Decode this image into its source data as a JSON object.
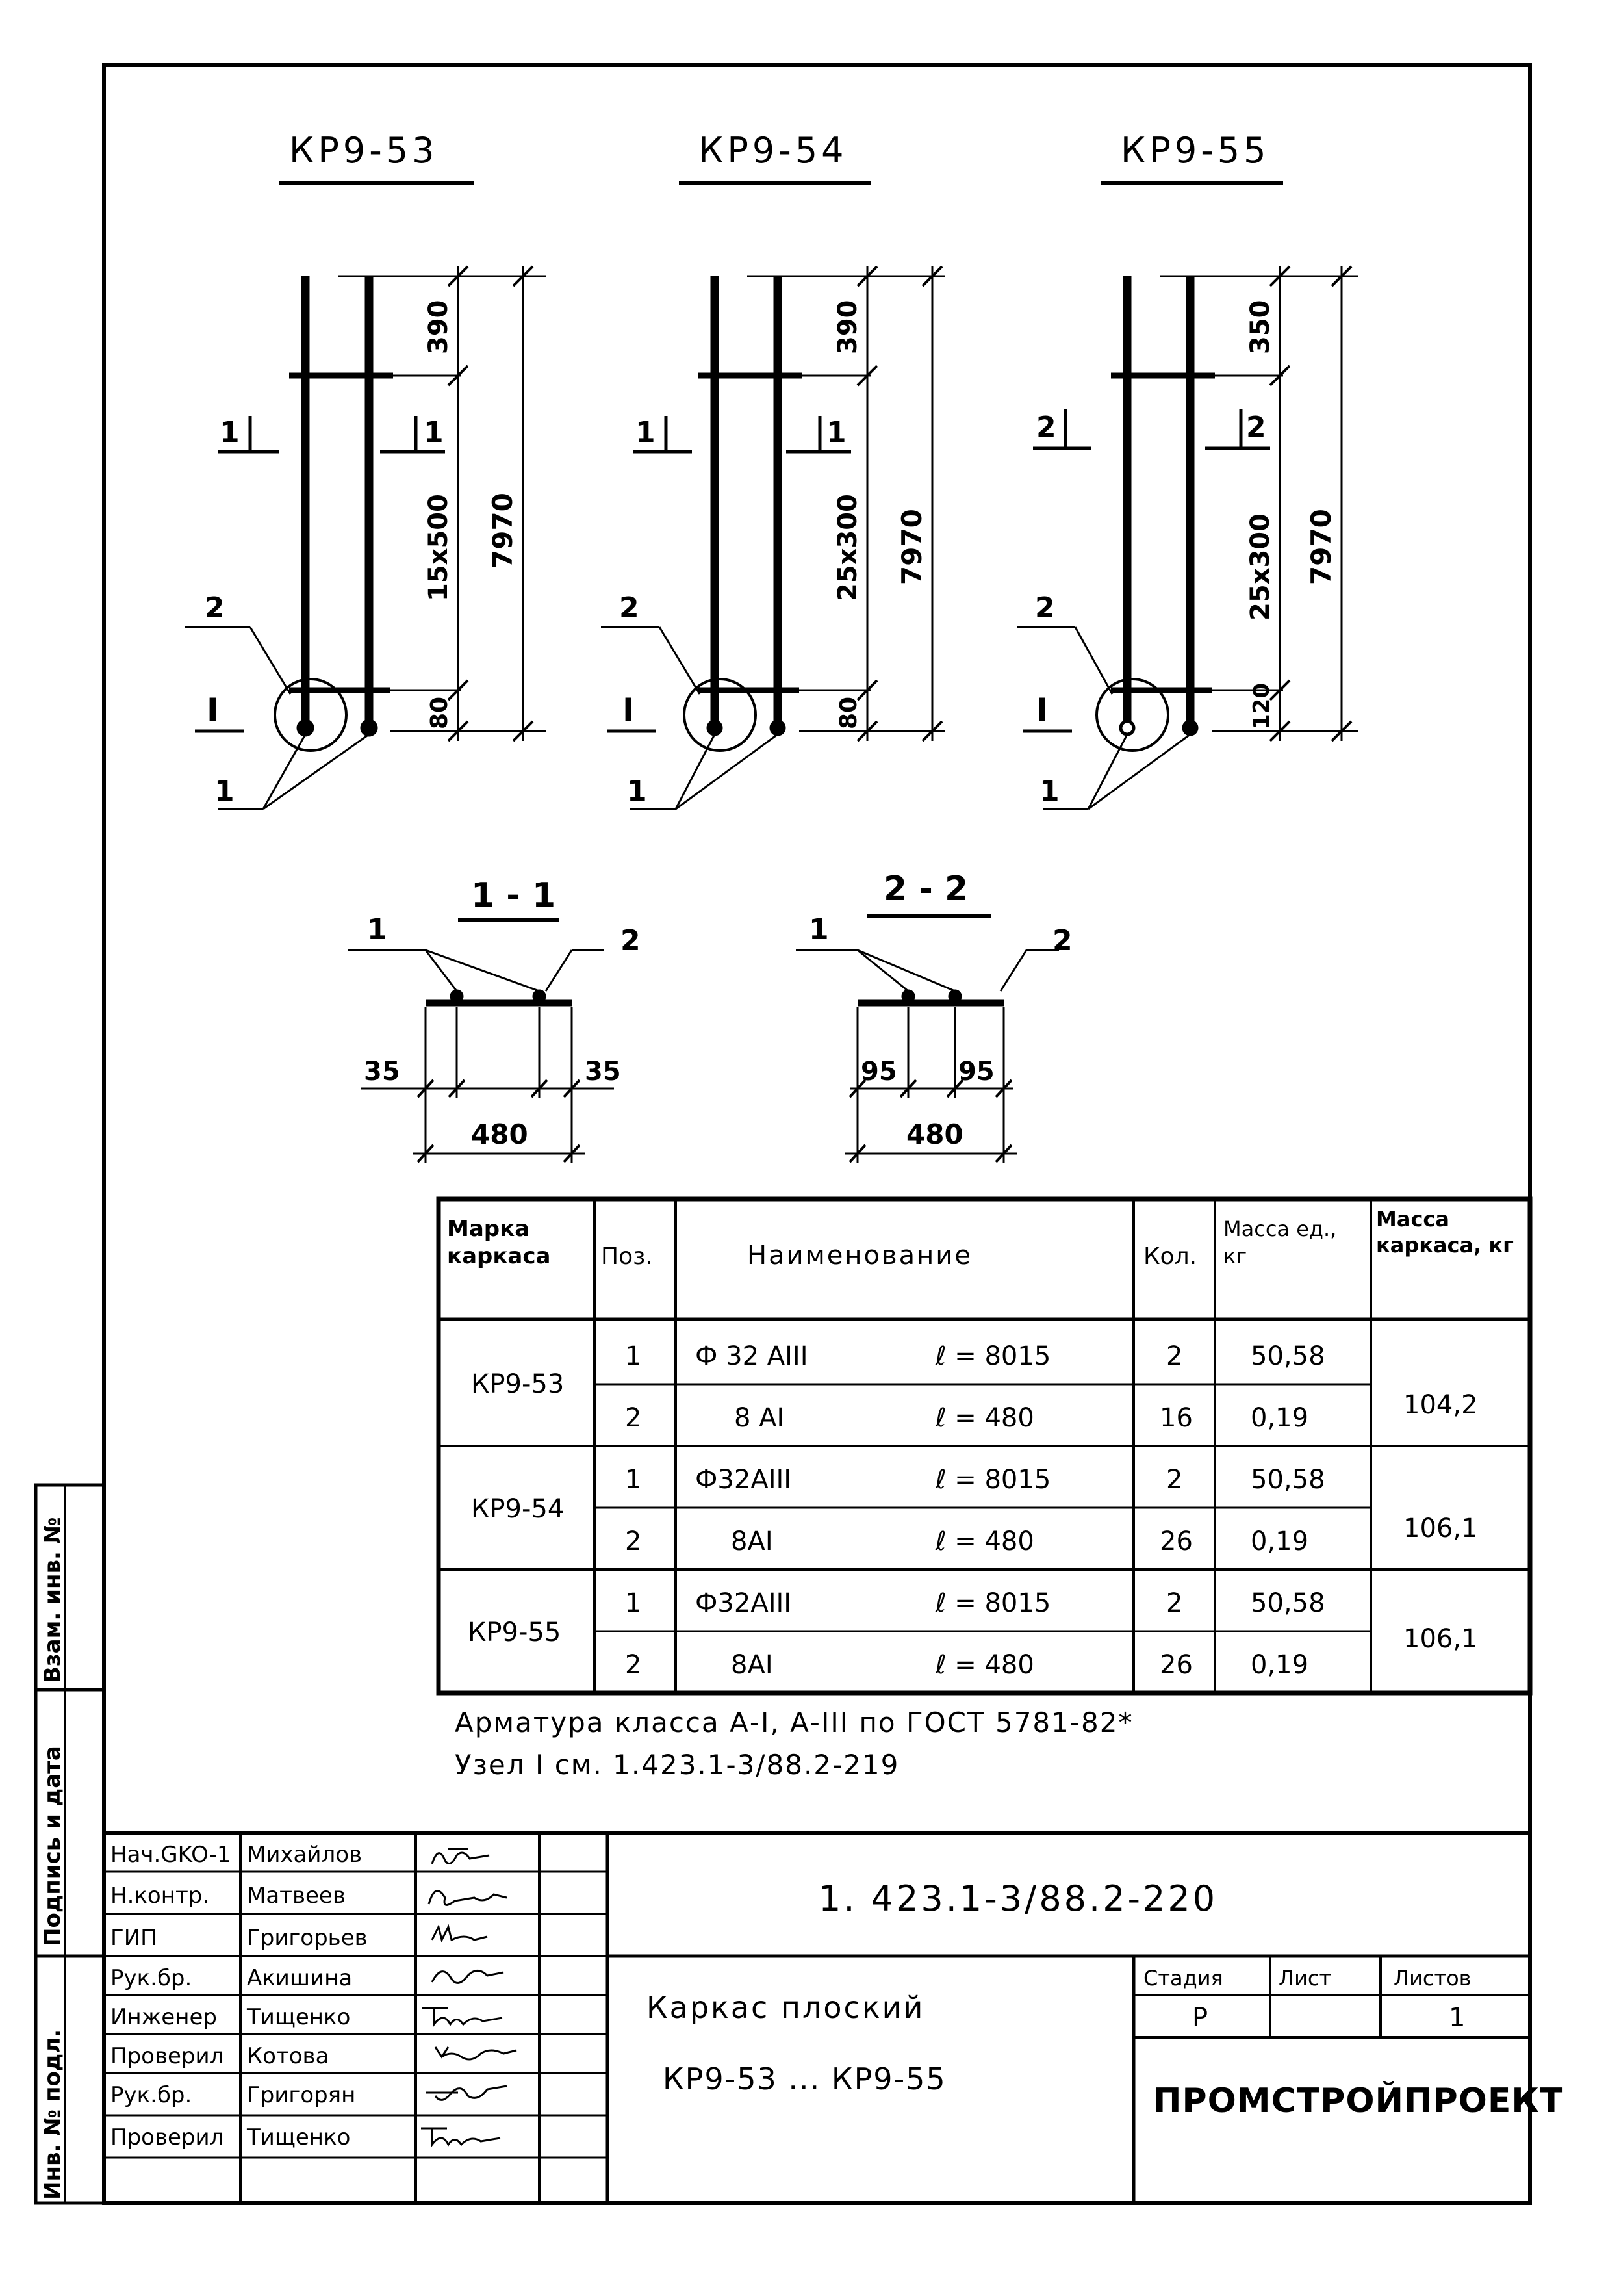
{
  "cages": [
    {
      "mark": "КР9-53",
      "dims": {
        "top": "390",
        "mid": "15x500",
        "bot": "80",
        "total": "7970"
      },
      "sec_left": "1",
      "sec_right": "1",
      "pos_tie": "2",
      "node": "I",
      "pos_bar": "1"
    },
    {
      "mark": "КР9-54",
      "dims": {
        "top": "390",
        "mid": "25x300",
        "bot": "80",
        "total": "7970"
      },
      "sec_left": "1",
      "sec_right": "1",
      "pos_tie": "2",
      "node": "I",
      "pos_bar": "1"
    },
    {
      "mark": "КР9-55",
      "dims": {
        "top": "350",
        "mid": "25x300",
        "bot": "120",
        "total": "7970"
      },
      "sec_left": "2",
      "sec_right": "2",
      "pos_tie": "2",
      "node": "I",
      "pos_bar": "1"
    }
  ],
  "sections": [
    {
      "title": "1 - 1",
      "pos1": "1",
      "pos2": "2",
      "offset_left": "35",
      "offset_right": "35",
      "width": "480"
    },
    {
      "title": "2 - 2",
      "pos1": "1",
      "pos2": "2",
      "offset_left": "95",
      "offset_right": "95",
      "width": "480"
    }
  ],
  "spec_table": {
    "headers": {
      "mark": "Марка каркаса",
      "pos": "Поз.",
      "name": "Наименование",
      "qty": "Кол.",
      "mass_unit": "Масса ед., кг",
      "mass_cage": "Масса каркаса, кг"
    },
    "groups": [
      {
        "mark": "КР9-53",
        "mass_cage": "104,2",
        "rows": [
          {
            "pos": "1",
            "name": "Ф 32 АIII",
            "length": "ℓ = 8015",
            "qty": "2",
            "mass": "50,58"
          },
          {
            "pos": "2",
            "name": "8 АI",
            "length": "ℓ = 480",
            "qty": "16",
            "mass": "0,19"
          }
        ]
      },
      {
        "mark": "КР9-54",
        "mass_cage": "106,1",
        "rows": [
          {
            "pos": "1",
            "name": "Ф32АIII",
            "length": "ℓ = 8015",
            "qty": "2",
            "mass": "50,58"
          },
          {
            "pos": "2",
            "name": "8АI",
            "length": "ℓ = 480",
            "qty": "26",
            "mass": "0,19"
          }
        ]
      },
      {
        "mark": "КР9-55",
        "mass_cage": "106,1",
        "rows": [
          {
            "pos": "1",
            "name": "Ф32АIII",
            "length": "ℓ = 8015",
            "qty": "2",
            "mass": "50,58"
          },
          {
            "pos": "2",
            "name": "8АI",
            "length": "ℓ = 480",
            "qty": "26",
            "mass": "0,19"
          }
        ]
      }
    ]
  },
  "notes": [
    "Арматура класса А-I, А-III по ГОСТ 5781-82*",
    "Узел I см. 1.423.1-3/88.2-219"
  ],
  "title_block": {
    "doc_number": "1. 423.1-3/88.2-220",
    "title_line1": "Каркас плоский",
    "title_line2": "КР9-53 ... КР9-55",
    "stage_label": "Стадия",
    "sheet_label": "Лист",
    "sheets_label": "Листов",
    "stage": "Р",
    "sheet": "",
    "sheets": "1",
    "organization": "ПРОМСТРОЙПРОЕКТ",
    "people": [
      {
        "role": "Нач.GKO-1",
        "name": "Михайлов"
      },
      {
        "role": "Н.контр.",
        "name": "Матвеев"
      },
      {
        "role": "ГИП",
        "name": "Григорьев"
      },
      {
        "role": "Рук.бр.",
        "name": "Акишина"
      },
      {
        "role": "Инженер",
        "name": "Тищенко"
      },
      {
        "role": "Проверил",
        "name": "Котова"
      },
      {
        "role": "Рук.бр.",
        "name": "Григорян"
      },
      {
        "role": "Проверил",
        "name": "Тищенко"
      }
    ]
  },
  "side_stamp": {
    "inv_podl": "Инв. № подл.",
    "sign_date": "Подпись и дата",
    "vzam_inv": "Взам. инв. №"
  }
}
